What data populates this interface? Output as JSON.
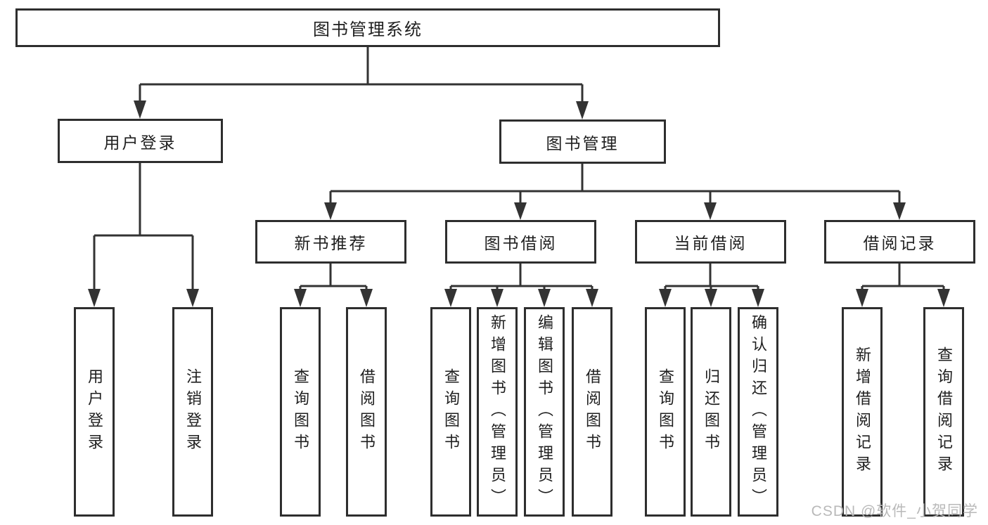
{
  "diagram": {
    "root": {
      "label": "图书管理系统"
    },
    "branches": [
      {
        "label": "用户登录",
        "children": [
          {
            "label": "用户登录"
          },
          {
            "label": "注销登录"
          }
        ]
      },
      {
        "label": "图书管理",
        "children": [
          {
            "label": "新书推荐",
            "children": [
              {
                "label": "查询图书"
              },
              {
                "label": "借阅图书"
              }
            ]
          },
          {
            "label": "图书借阅",
            "children": [
              {
                "label": "查询图书"
              },
              {
                "label": "新增图书（管理员）"
              },
              {
                "label": "编辑图书（管理员）"
              },
              {
                "label": "借阅图书"
              }
            ]
          },
          {
            "label": "当前借阅",
            "children": [
              {
                "label": "查询图书"
              },
              {
                "label": "归还图书"
              },
              {
                "label": "确认归还（管理员）"
              }
            ]
          },
          {
            "label": "借阅记录",
            "children": [
              {
                "label": "新增借阅记录"
              },
              {
                "label": "查询借阅记录"
              }
            ]
          }
        ]
      }
    ]
  },
  "watermark": {
    "text": "CSDN @软件_小贺同学"
  },
  "colors": {
    "line": "#333333",
    "box_border": "#2e2e2e",
    "box_fill": "#ffffff",
    "text": "#1f1f1f",
    "watermark": "#b9b9b9",
    "background": "#ffffff"
  }
}
